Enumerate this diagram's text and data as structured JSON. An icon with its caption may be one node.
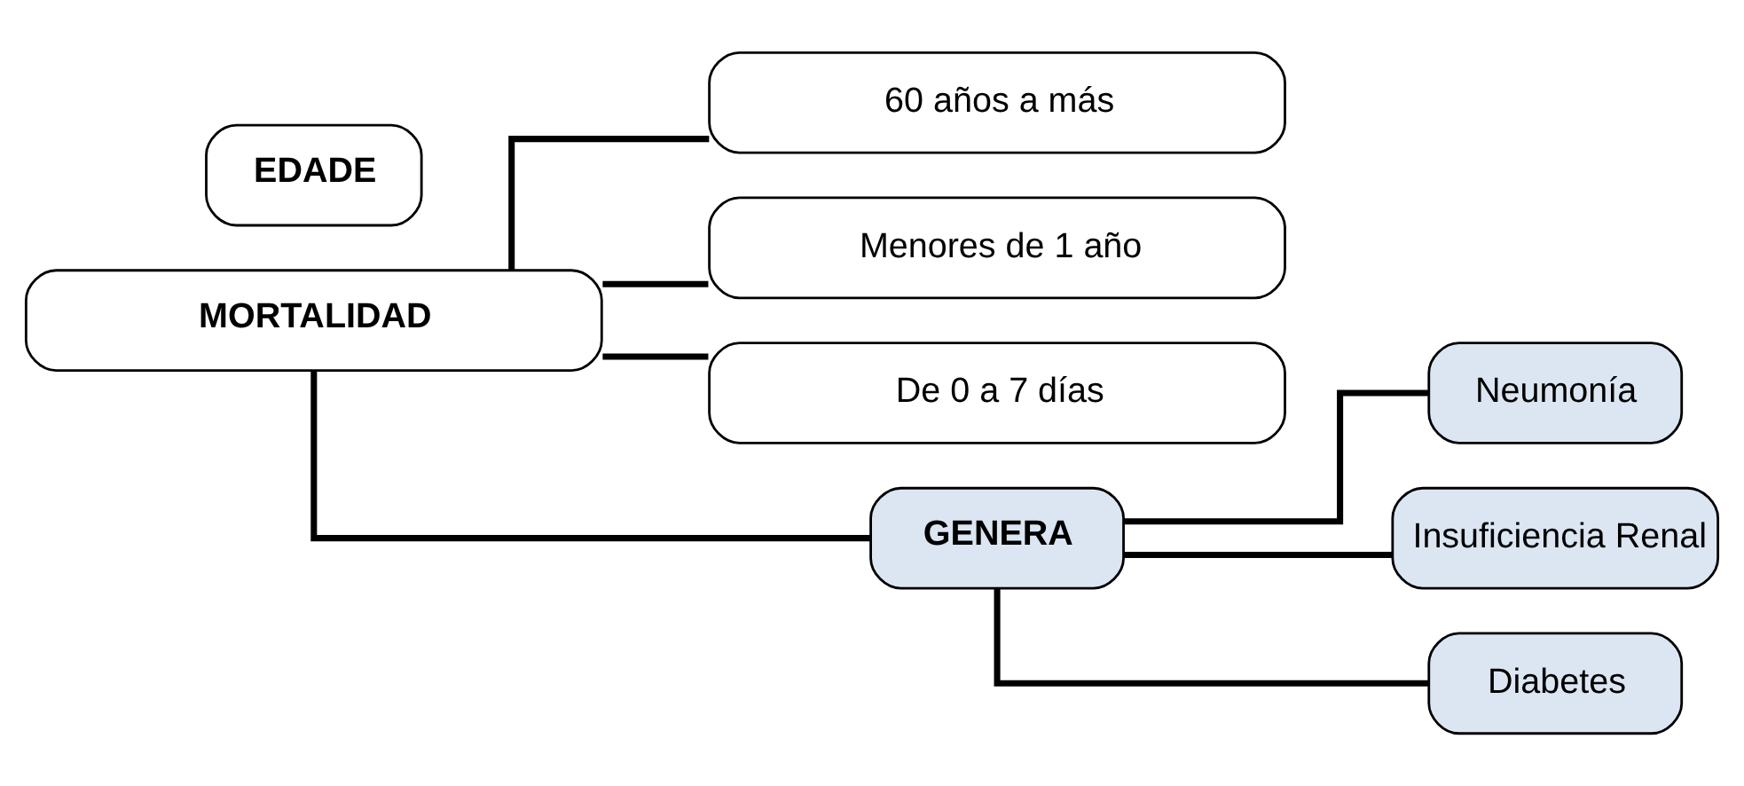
{
  "diagram": {
    "nodes": [
      {
        "text": [
          "MORTALIDAD"
        ]
      },
      {
        "text": [
          "EDADE"
        ]
      },
      {
        "text": [
          "60 años a más"
        ]
      },
      {
        "text": [
          "Menores de 1 año"
        ]
      },
      {
        "text": [
          "De 0 a 7 días"
        ]
      },
      {
        "text": [
          "GENERA"
        ]
      },
      {
        "text": [
          "Neumonía"
        ]
      },
      {
        "text": [
          "Insuficiencia Renal"
        ]
      },
      {
        "text": [
          "Diabetes"
        ]
      }
    ],
    "edges": [
      {
        "from": 0,
        "to": 2,
        "arrow": "none"
      },
      {
        "from": 0,
        "to": 3,
        "arrow": "none"
      },
      {
        "from": 0,
        "to": 4,
        "arrow": "none"
      },
      {
        "from": 0,
        "to": 5,
        "arrow": "none"
      },
      {
        "from": 5,
        "to": 6,
        "arrow": "none"
      },
      {
        "from": 5,
        "to": 7,
        "arrow": "none"
      },
      {
        "from": 5,
        "to": 8,
        "arrow": "none"
      }
    ]
  }
}
